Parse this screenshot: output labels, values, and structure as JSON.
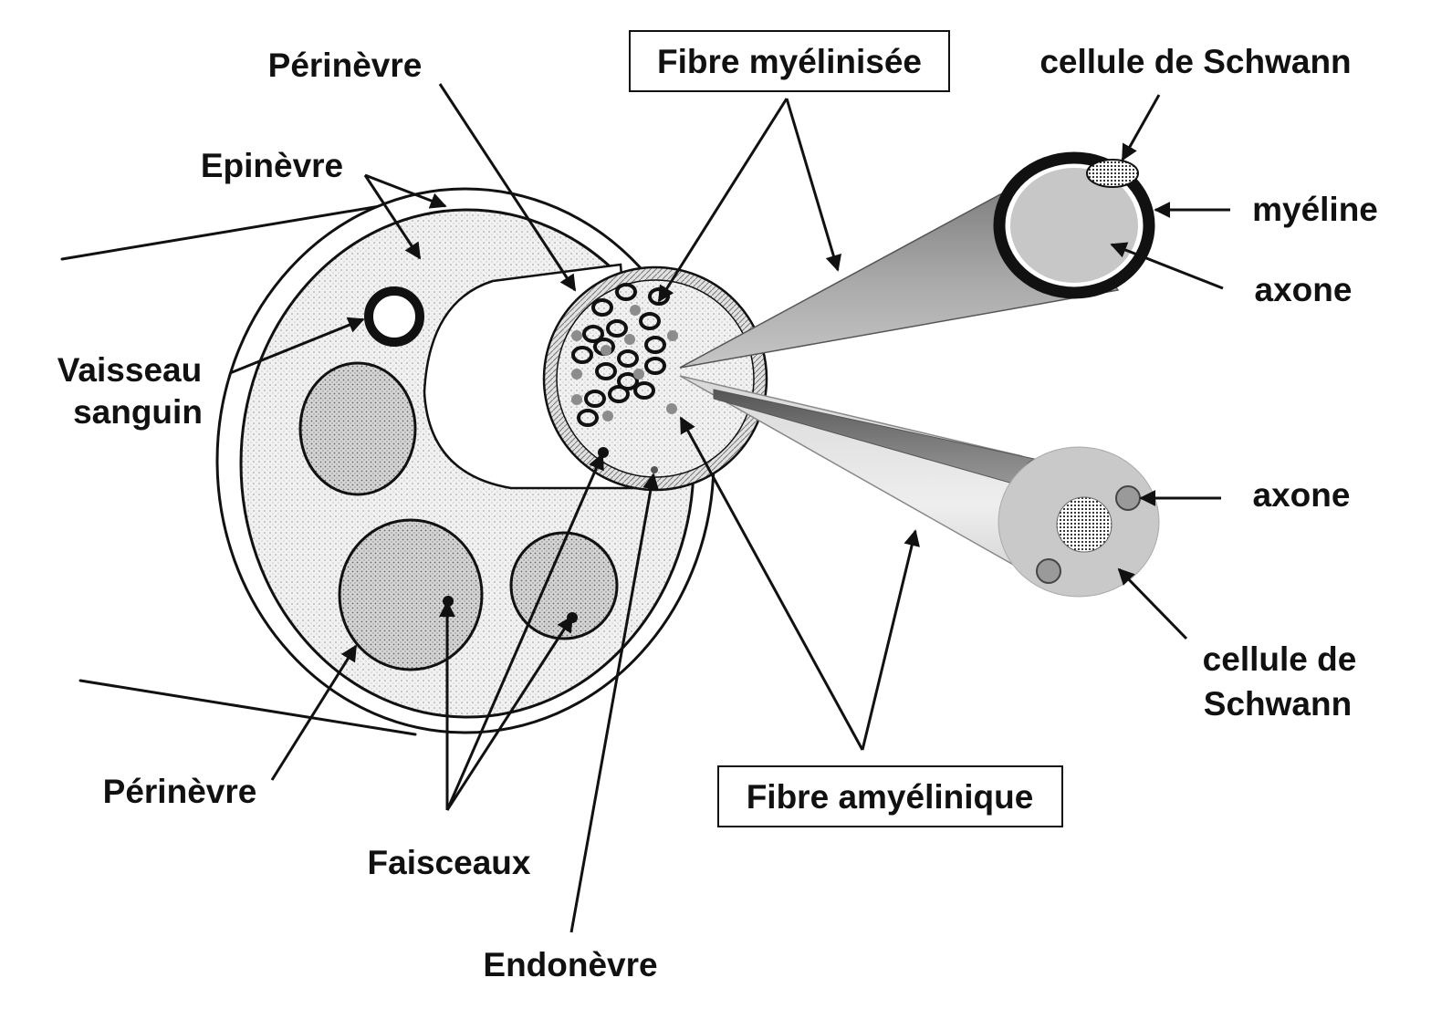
{
  "labels": {
    "perineve_top": "Périnèvre",
    "epinevre": "Epinèvre",
    "vaisseau_line1": "Vaisseau",
    "vaisseau_line2": "sanguin",
    "perineve_bottom": "Périnèvre",
    "faisceaux": "Faisceaux",
    "endonevre": "Endonèvre",
    "fibre_myelinisee": "Fibre myélinisée",
    "fibre_amyelinique": "Fibre amyélinique",
    "schwann_top": "cellule de Schwann",
    "myeline": "myéline",
    "axone_top": "axone",
    "axone_bottom": "axone",
    "schwann_bottom_line1": "cellule de",
    "schwann_bottom_line2": "Schwann"
  },
  "icons": [
    "nerve-cross-section",
    "myelinated-fiber-cone",
    "unmyelinated-fiber-cone"
  ],
  "colors": {
    "ink": "#111111",
    "stipple_light": "#ececec",
    "stipple_dark": "#c9c9c9",
    "cone_dark": "#8a8a8a",
    "cone_light": "#cfcfcf",
    "axon_gray": "#9a9a9a"
  }
}
